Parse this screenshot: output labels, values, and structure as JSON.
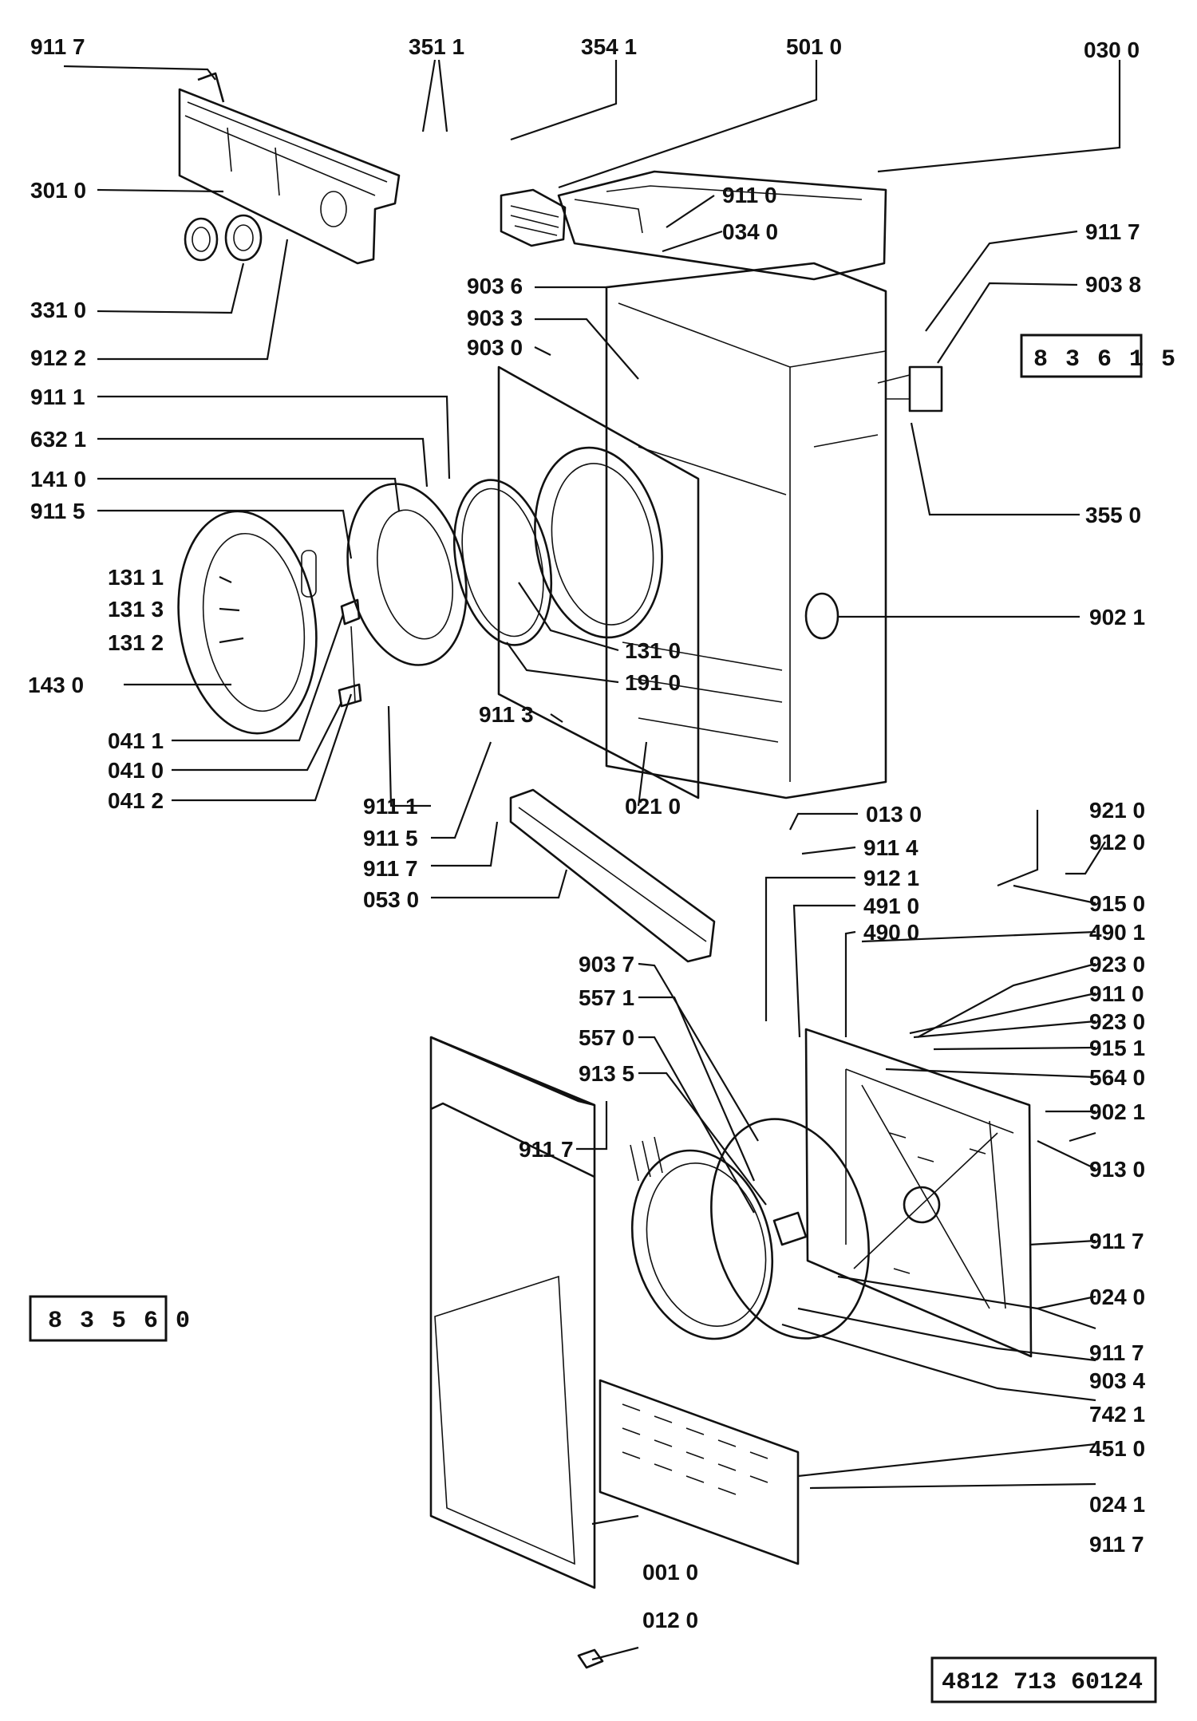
{
  "labels": {
    "l9117a": "911 7",
    "l3511": "351 1",
    "l3541": "354 1",
    "l5010": "501 0",
    "l0300": "030 0",
    "l3010": "301 0",
    "l9110a": "911 0",
    "l0340": "034 0",
    "l9117b": "911 7",
    "l3310": "331 0",
    "l9036": "903 6",
    "l9038": "903 8",
    "l9033": "903 3",
    "l9122": "912 2",
    "l9030": "903 0",
    "l9111a": "911 1",
    "l6321": "632 1",
    "l1410": "141 0",
    "l9115a": "911 5",
    "l3550": "355 0",
    "l1311": "131 1",
    "l1313": "131 3",
    "l1312": "131 2",
    "l9021a": "902 1",
    "l1310": "131 0",
    "l1430": "143 0",
    "l1910": "191 0",
    "l9113": "911 3",
    "l0411": "041 1",
    "l0410": "041 0",
    "l0412": "041 2",
    "l9111b": "911 1",
    "l0210": "021 0",
    "l9115b": "911 5",
    "l0130": "013 0",
    "l9210": "921 0",
    "l9117c": "911 7",
    "l9114": "911 4",
    "l9120": "912 0",
    "l0530": "053 0",
    "l9121": "912 1",
    "l4910": "491 0",
    "l9150": "915 0",
    "l4900": "490 0",
    "l4901": "490 1",
    "l9037": "903 7",
    "l9230a": "923 0",
    "l5571": "557 1",
    "l9110b": "911 0",
    "l5570": "557 0",
    "l9230b": "923 0",
    "l9135": "913 5",
    "l9151": "915 1",
    "l5640": "564 0",
    "l9021b": "902 1",
    "l9117d": "911 7",
    "l9130": "913 0",
    "l9117e": "911 7",
    "l0240": "024 0",
    "l9117f": "911 7",
    "l9034": "903 4",
    "l7421": "742 1",
    "l4510": "451 0",
    "l0241": "024 1",
    "l9117g": "911 7",
    "l0010": "001 0",
    "l0120": "012 0"
  },
  "refs": {
    "upper": "8 3 6 1 5",
    "lower": "8 3 5 6 0",
    "doc": "4812 713 60124"
  }
}
